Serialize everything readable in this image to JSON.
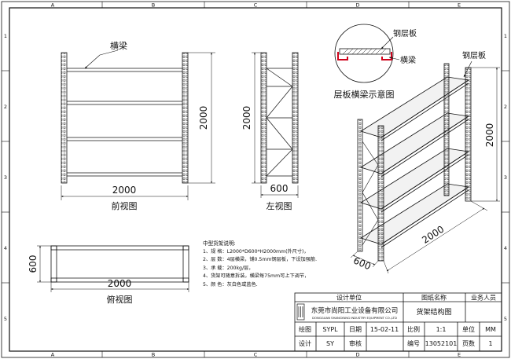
{
  "frame": {
    "top_columns": [
      "A",
      "B",
      "C",
      "D",
      "E"
    ],
    "bottom_columns": [
      "A",
      "B",
      "C",
      "D",
      "E"
    ],
    "left_rows": [
      "1",
      "2",
      "3",
      "4",
      "5"
    ],
    "right_rows": [
      "1",
      "2",
      "3",
      "4",
      "5"
    ]
  },
  "front_view": {
    "title": "前视图",
    "width_dim": "2000",
    "height_dim": "2000",
    "beam_label": "横梁"
  },
  "side_view": {
    "title": "左视图",
    "depth_dim": "600",
    "height_dim": "2000"
  },
  "top_view": {
    "title": "俯视图",
    "width_dim": "2000",
    "depth_dim": "600"
  },
  "detail": {
    "title": "层板横梁示意图",
    "panel_label": "钢层板",
    "beam_label": "横梁"
  },
  "iso_view": {
    "panel_label": "钢层板",
    "height_dim": "2000",
    "width_dim": "2000",
    "depth_dim": "600"
  },
  "notes": {
    "title": "中型货架说明:",
    "lines": [
      "1、规  格：L2000*D600*H2000mm(外尺寸)，",
      "2、层  数：4层横梁，铺0.5mm钢层板，下设加强筋.",
      "3、承  载：200kg/层，",
      "4、货架可随意拆装，横梁每75mm可上下调节，",
      "5、颜  色：灰白色或蓝色."
    ]
  },
  "title_block": {
    "design_unit_label": "设计单位",
    "drawing_name_label": "图纸名称",
    "salesperson_label": "业务人员",
    "company_cn": "东莞市尚阳工业设备有限公司",
    "company_en": "DONGGUAN SHANGYANG INDUSTRY EQUIPMENT CO.,LTD",
    "drawing_name": "货架结构图",
    "drawn_label": "绘图",
    "drawn_value": "SYPL",
    "date_label": "日期",
    "date_value": "15-02-11",
    "scale_label": "比例",
    "scale_value": "1:1",
    "unit_label": "单位",
    "unit_value": "MM",
    "design_label": "设计",
    "design_value": "SY",
    "review_label": "审核",
    "number_label": "编号",
    "number_value": "13052101",
    "pages_label": "页数",
    "pages_value": "1"
  }
}
